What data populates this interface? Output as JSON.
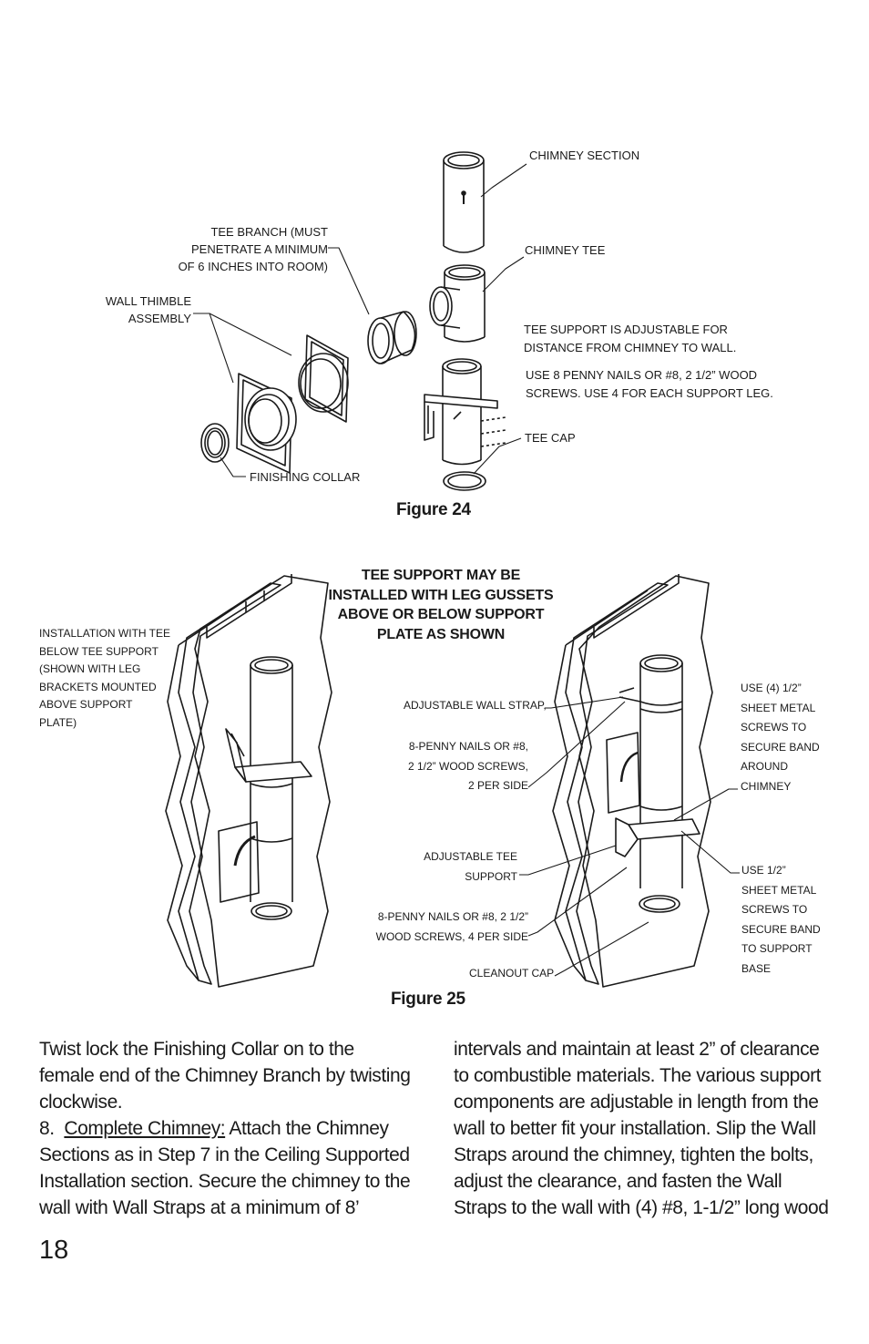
{
  "figure24": {
    "caption": "Figure 24",
    "labels": {
      "chimney_section": "CHIMNEY SECTION",
      "chimney_tee": "CHIMNEY TEE",
      "tee_branch": "TEE BRANCH (MUST\nPENETRATE A MINIMUM\nOF 6 INCHES INTO ROOM)",
      "wall_thimble": "WALL THIMBLE\nASSEMBLY",
      "tee_support_adjustable": "TEE SUPPORT IS ADJUSTABLE FOR\nDISTANCE FROM CHIMNEY TO WALL.",
      "use_8_penny": "USE 8 PENNY NAILS OR #8, 2 1/2” WOOD\nSCREWS. USE 4 FOR EACH SUPPORT LEG.",
      "tee_cap": "TEE CAP",
      "finishing_collar": "FINISHING COLLAR"
    }
  },
  "figure25": {
    "caption": "Figure 25",
    "note": "TEE SUPPORT MAY BE\nINSTALLED WITH LEG GUSSETS\nABOVE OR BELOW SUPPORT\nPLATE AS SHOWN",
    "labels": {
      "installation_below": "INSTALLATION WITH TEE\nBELOW TEE SUPPORT\n(SHOWN WITH LEG\nBRACKETS MOUNTED\nABOVE SUPPORT\nPLATE)",
      "adjustable_wall_strap": "ADJUSTABLE WALL STRAP,",
      "nails_2_per_side": "8-PENNY NAILS OR #8,\n2 1/2” WOOD SCREWS,\n2 PER SIDE",
      "adjustable_tee_support": "ADJUSTABLE TEE\nSUPPORT",
      "nails_4_per_side": "8-PENNY NAILS OR #8, 2 1/2”\nWOOD SCREWS, 4 PER SIDE",
      "cleanout_cap": "CLEANOUT CAP",
      "use_4_half": "USE (4) 1/2”\nSHEET METAL\nSCREWS TO\nSECURE BAND\nAROUND\nCHIMNEY",
      "use_half": "USE 1/2”\nSHEET METAL\nSCREWS TO\nSECURE BAND\nTO SUPPORT\nBASE"
    }
  },
  "body": {
    "left_p1": "Twist lock the Finishing Collar on to the female end of the Chimney Branch by twisting clockwise.",
    "left_p2_prefix": "8.  ",
    "left_p2_heading": "Complete Chimney:",
    "left_p2_text": " Attach the Chimney Sections as in Step 7 in the Ceiling Supported Installation section.  Secure the chimney to the wall with Wall Straps at a minimum of 8’",
    "right_p1": "intervals and maintain at least 2” of clearance to combustible materials.  The various support components are adjustable in length from the wall to better fit your installation.  Slip the Wall Straps around the chimney, tighten the bolts, adjust the clearance, and fasten the Wall Straps to the wall with (4) #8, 1-1/2” long wood"
  },
  "page_number": "18"
}
